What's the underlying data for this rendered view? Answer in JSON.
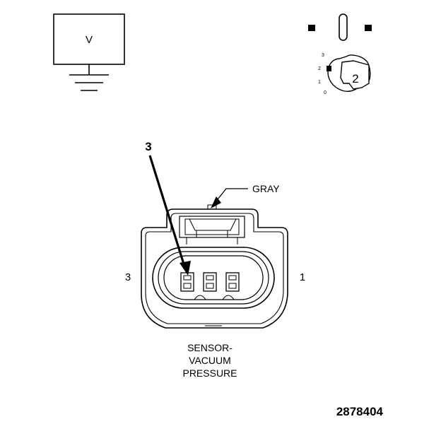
{
  "meter": {
    "symbol": "V"
  },
  "dial": {
    "scale": [
      "3",
      "2",
      "1",
      "0"
    ],
    "setting": "2"
  },
  "connector": {
    "callout_number": "3",
    "color_label": "GRAY",
    "left_terminal_label": "3",
    "right_terminal_label": "1",
    "name_lines": [
      "SENSOR-",
      "VACUUM",
      "PRESSURE"
    ]
  },
  "figure_number": "2878404"
}
